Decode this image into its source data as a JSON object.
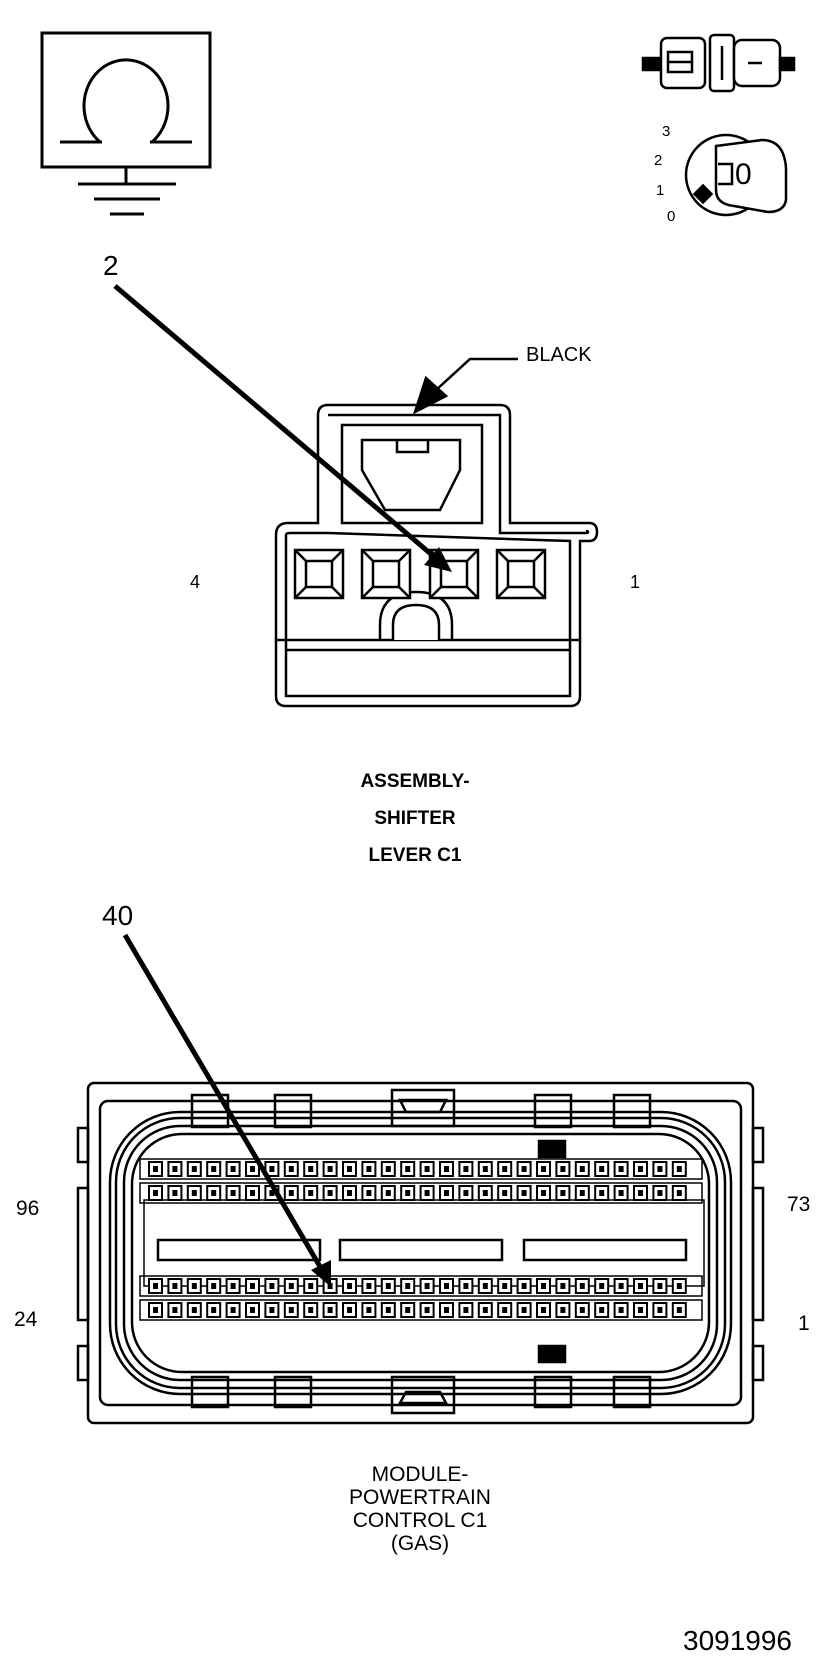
{
  "icons": {
    "ohmmeter": "ohm-ground-icon",
    "connector_test": "connector-disconnected-icon",
    "ignition": "ignition-key-icon"
  },
  "ignition_positions": [
    "3",
    "2",
    "1",
    "0"
  ],
  "ignition_key_label": "0",
  "shifter": {
    "callout_pin": "2",
    "color_label": "BLACK",
    "side_left": "4",
    "side_right": "1",
    "title_lines": [
      "ASSEMBLY-",
      "SHIFTER",
      "LEVER C1"
    ]
  },
  "pcm": {
    "callout_pin": "40",
    "top_left": "96",
    "top_right": "73",
    "bottom_left": "24",
    "bottom_right": "1",
    "title_lines": [
      "MODULE-",
      "POWERTRAIN",
      "CONTROL C1",
      "(GAS)"
    ]
  },
  "figure_number": "3091996"
}
